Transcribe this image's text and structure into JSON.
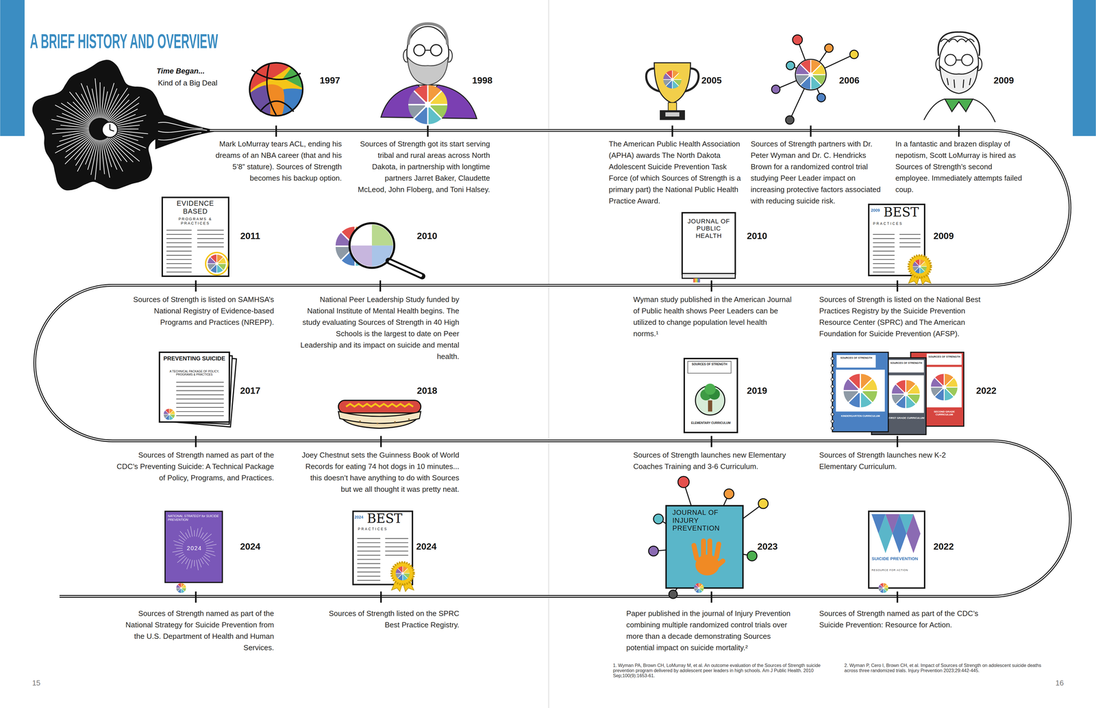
{
  "diagram": {
    "title": "A BRIEF HISTORY AND OVERVIEW",
    "nodes": [
      {
        "text": [
          "1997",
          "Mark LoMurray tears ACL, ending his dreams of an NBA career (that and his 5’8” stature). Sources of Strength becomes his backup option."
        ]
      },
      {
        "text": [
          "1998",
          "Sources of Strength got its start serving tribal and rural areas across North Dakota, in partnership with longtime partners Jarret Baker, Claudette McLeod, John Floberg, and Toni Halsey."
        ]
      },
      {
        "text": [
          "2005",
          "The American Public Health Association (APHA) awards The North Dakota Adolescent Suicide Prevention Task Force (of which Sources of Strength is a primary part) the National Public Health Practice Award."
        ]
      },
      {
        "text": [
          "2006",
          "Sources of Strength partners with Dr. Peter Wyman and Dr. C. Hendricks Brown for a randomized control trial studying Peer Leader impact on increasing protective factors associated with reducing suicide risk."
        ]
      },
      {
        "text": [
          "2009",
          "In a fantastic and brazen display of nepotism, Scott LoMurray is hired as Sources of Strength’s second employee. Immediately attempts failed coup."
        ]
      },
      {
        "text": [
          "2009",
          "Sources of Strength is listed on the National Best Practices Registry by the Suicide Prevention Resource Center (SPRC) and The American Foundation for Suicide Prevention (AFSP)."
        ]
      },
      {
        "text": [
          "2010",
          "Wyman study published in the American Journal of Public health shows Peer Leaders can be utilized to change population level health norms.¹"
        ]
      },
      {
        "text": [
          "2010",
          "National Peer Leadership Study funded by National Institute of Mental Health begins. The study evaluating Sources of Strength in 40 High Schools is the largest to date on Peer Leadership and its impact on suicide and mental health."
        ]
      },
      {
        "text": [
          "2011",
          "Sources of Strength is listed on SAMHSA’s National Registry of Evidence-based Programs and Practices (NREPP)."
        ]
      },
      {
        "text": [
          "2017",
          "Sources of Strength named as part of the CDC’s Preventing Suicide: A Technical Package of Policy, Programs, and Practices."
        ]
      },
      {
        "text": [
          "2018",
          "Joey Chestnut sets the Guinness Book of World Records for eating 74 hot dogs in 10 minutes... this doesn’t have anything to do with Sources but we all thought it was pretty neat."
        ]
      },
      {
        "text": [
          "2019",
          "Sources of Strength launches new Elementary Coaches Training and 3-6 Curriculum."
        ]
      },
      {
        "text": [
          "2022",
          "Sources of Strength launches new K-2 Elementary Curriculum."
        ]
      },
      {
        "text": [
          "2022",
          "Sources of Strength named as part of the CDC’s Suicide Prevention: Resource for Action."
        ]
      },
      {
        "text": [
          "2023",
          "Paper published in the journal of Injury Prevention combining multiple randomized control trials over more than a decade demonstrating Sources potential impact on suicide mortality.²"
        ]
      },
      {
        "text": [
          "2024",
          "Sources of Strength listed on the SPRC Best Practice Registry."
        ]
      },
      {
        "text": [
          "2024",
          "Sources of Strength named as part of the National Strategy for Suicide Prevention from the U.S. Department of Health and Human Services."
        ]
      }
    ],
    "labels": [
      "Time Began...",
      "Kind of a Big Deal",
      "EVIDENCE BASED",
      "PROGRAMS & PRACTICES",
      "JOURNAL OF PUBLIC HEALTH",
      "2009",
      "BEST",
      "PRACTICES",
      "PREVENTING SUICIDE",
      "A TECHNICAL PACKAGE OF POLICY, PROGRAMS & PRACTICES",
      "SOURCES OF STRENGTH",
      "ELEMENTARY CURRICULUM",
      "SOURCES OF STRENGTH",
      "KINDERGARTEN CURRICULUM",
      "SOURCES OF STRENGTH",
      "FIRST GRADE CURRICULUM",
      "SOURCES OF STRENGTH",
      "SECOND GRADE CURRICULUM",
      "NATIONAL STRATEGY for SUICIDE PREVENTION",
      "2024",
      "2024",
      "BEST",
      "PRACTICES",
      "JOURNAL OF INJURY PREVENTION",
      "SUICIDE PREVENTION",
      "RESOURCE FOR ACTION",
      "1. Wyman PA, Brown CH, LoMurray M, et al. An outcome evaluation of the Sources of Strength suicide prevention program delivered by adolescent peer leaders in high schools. Am J Public Health. 2010 Sep;100(9):1653-61.",
      "2. Wyman P, Cero I, Brown CH, et al. Impact of Sources of Strength on adolescent suicide deaths across three randomized trials. Injury Prevention 2023;29:442-445.",
      "15",
      "16"
    ]
  }
}
